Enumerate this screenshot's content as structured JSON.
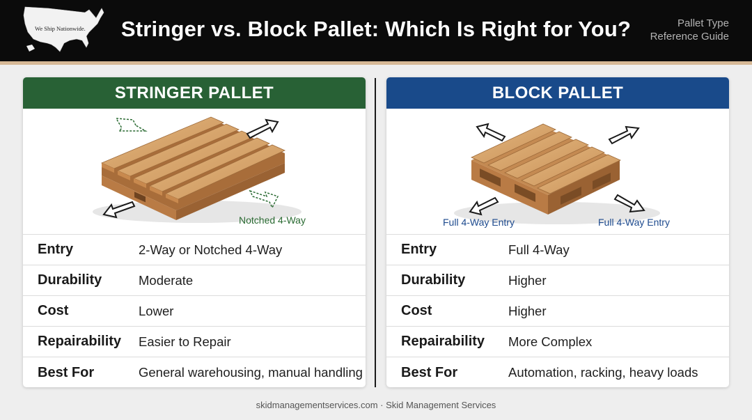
{
  "header": {
    "title": "Stringer vs. Block Pallet: Which Is Right for You?",
    "subtitle_line1": "Pallet Type",
    "subtitle_line2": "Reference Guide",
    "logo_text": "We Ship Nationwide."
  },
  "colors": {
    "stringer_header": "#286135",
    "block_header": "#194a8a",
    "header_bg": "#0b0b0b",
    "accent": "#d6b896"
  },
  "icons": [
    "usa-map-icon",
    "entry-arrow-icon",
    "pallet-illustration"
  ],
  "stringer": {
    "heading": "STRINGER PALLET",
    "illustration_label": "Notched 4-Way",
    "rows": [
      {
        "key": "Entry",
        "value": "2-Way or Notched 4-Way"
      },
      {
        "key": "Durability",
        "value": "Moderate"
      },
      {
        "key": "Cost",
        "value": "Lower"
      },
      {
        "key": "Repairability",
        "value": "Easier to Repair"
      },
      {
        "key": "Best For",
        "value": "General warehousing, manual handling"
      }
    ]
  },
  "block": {
    "heading": "BLOCK PALLET",
    "illustration_label_left": "Full 4-Way Entry",
    "illustration_label_right": "Full 4-Way Entry",
    "rows": [
      {
        "key": "Entry",
        "value": "Full 4-Way"
      },
      {
        "key": "Durability",
        "value": "Higher"
      },
      {
        "key": "Cost",
        "value": "Higher"
      },
      {
        "key": "Repairability",
        "value": "More Complex"
      },
      {
        "key": "Best For",
        "value": "Automation, racking, heavy loads"
      }
    ]
  },
  "footer": {
    "text": "skidmanagementservices.com · Skid Management Services"
  }
}
